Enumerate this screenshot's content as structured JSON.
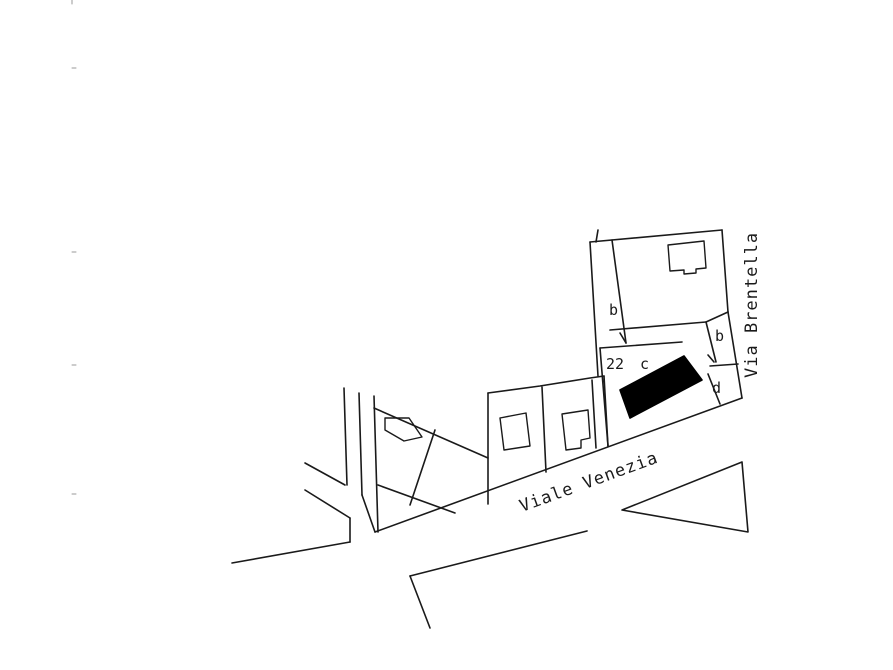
{
  "map": {
    "streets": {
      "viale_venezia": "Viale Venezia",
      "via_brentella": "Via Brentella"
    },
    "parcels": {
      "number": "22",
      "sub_c": "c",
      "sub_b_left": "b",
      "sub_b_right": "b",
      "sub_d": "d"
    }
  },
  "colors": {
    "line": "#1a1a1a",
    "subject_building": "#000000",
    "background": "#ffffff"
  }
}
